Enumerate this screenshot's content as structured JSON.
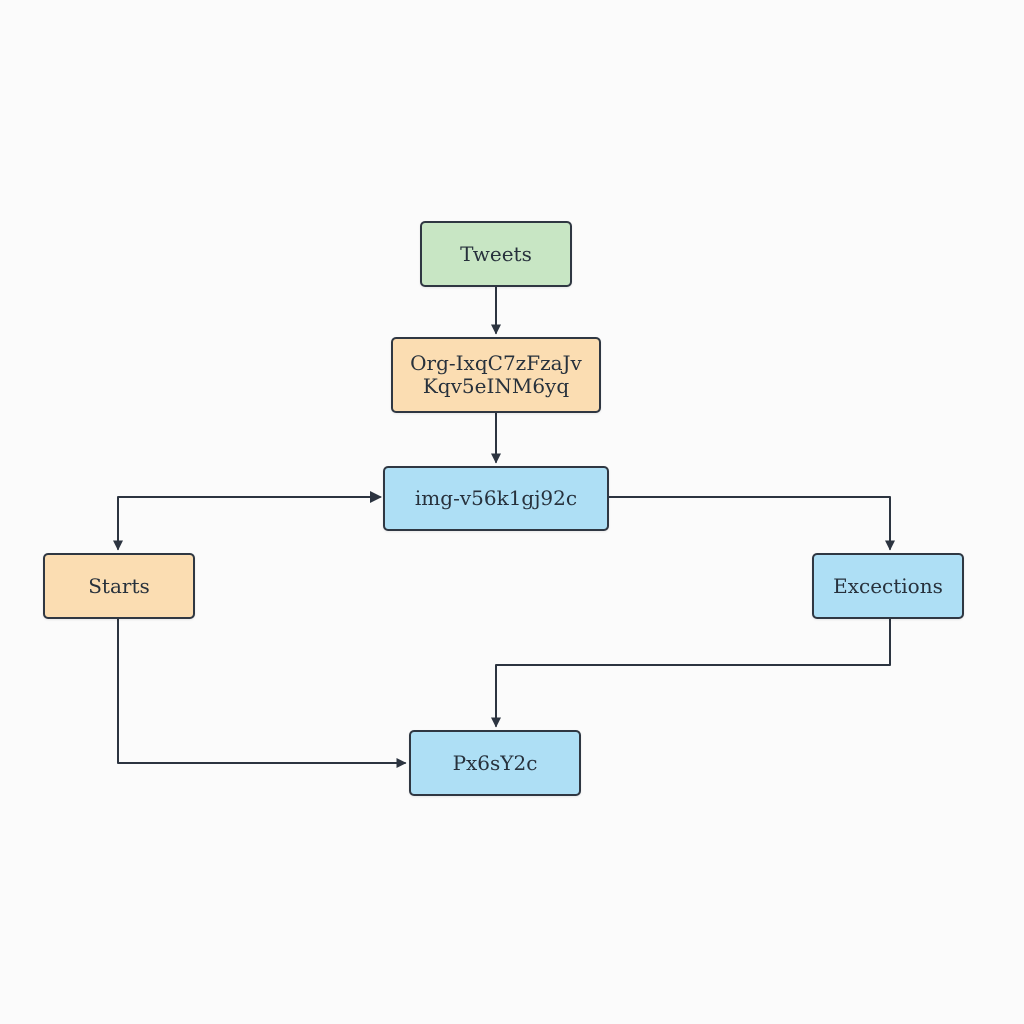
{
  "nodes": {
    "tweets": {
      "label": "Tweets",
      "color": "#c8e6c4"
    },
    "org": {
      "line1": "Org-IxqC7zFzaJv",
      "line2": "Kqv5eINM6yq",
      "color": "#fbddb2"
    },
    "img": {
      "label": "img-v56k1gj92c",
      "color": "#aedff5"
    },
    "starts": {
      "label": "Starts",
      "color": "#fbddb2"
    },
    "exceptions": {
      "label": "Excections",
      "color": "#aedff5"
    },
    "px": {
      "label": "Px6sY2c",
      "color": "#aedff5"
    }
  },
  "edges": [
    {
      "from": "Tweets",
      "to": "Org-IxqC7zFzaJv Kqv5eINM6yq"
    },
    {
      "from": "Org-IxqC7zFzaJv Kqv5eINM6yq",
      "to": "img-v56k1gj92c"
    },
    {
      "from": "img-v56k1gj92c",
      "to": "Starts"
    },
    {
      "from": "img-v56k1gj92c",
      "to": "Excections"
    },
    {
      "from": "Excections",
      "to": "Px6sY2c"
    },
    {
      "from": "Starts",
      "to": "Px6sY2c"
    }
  ]
}
